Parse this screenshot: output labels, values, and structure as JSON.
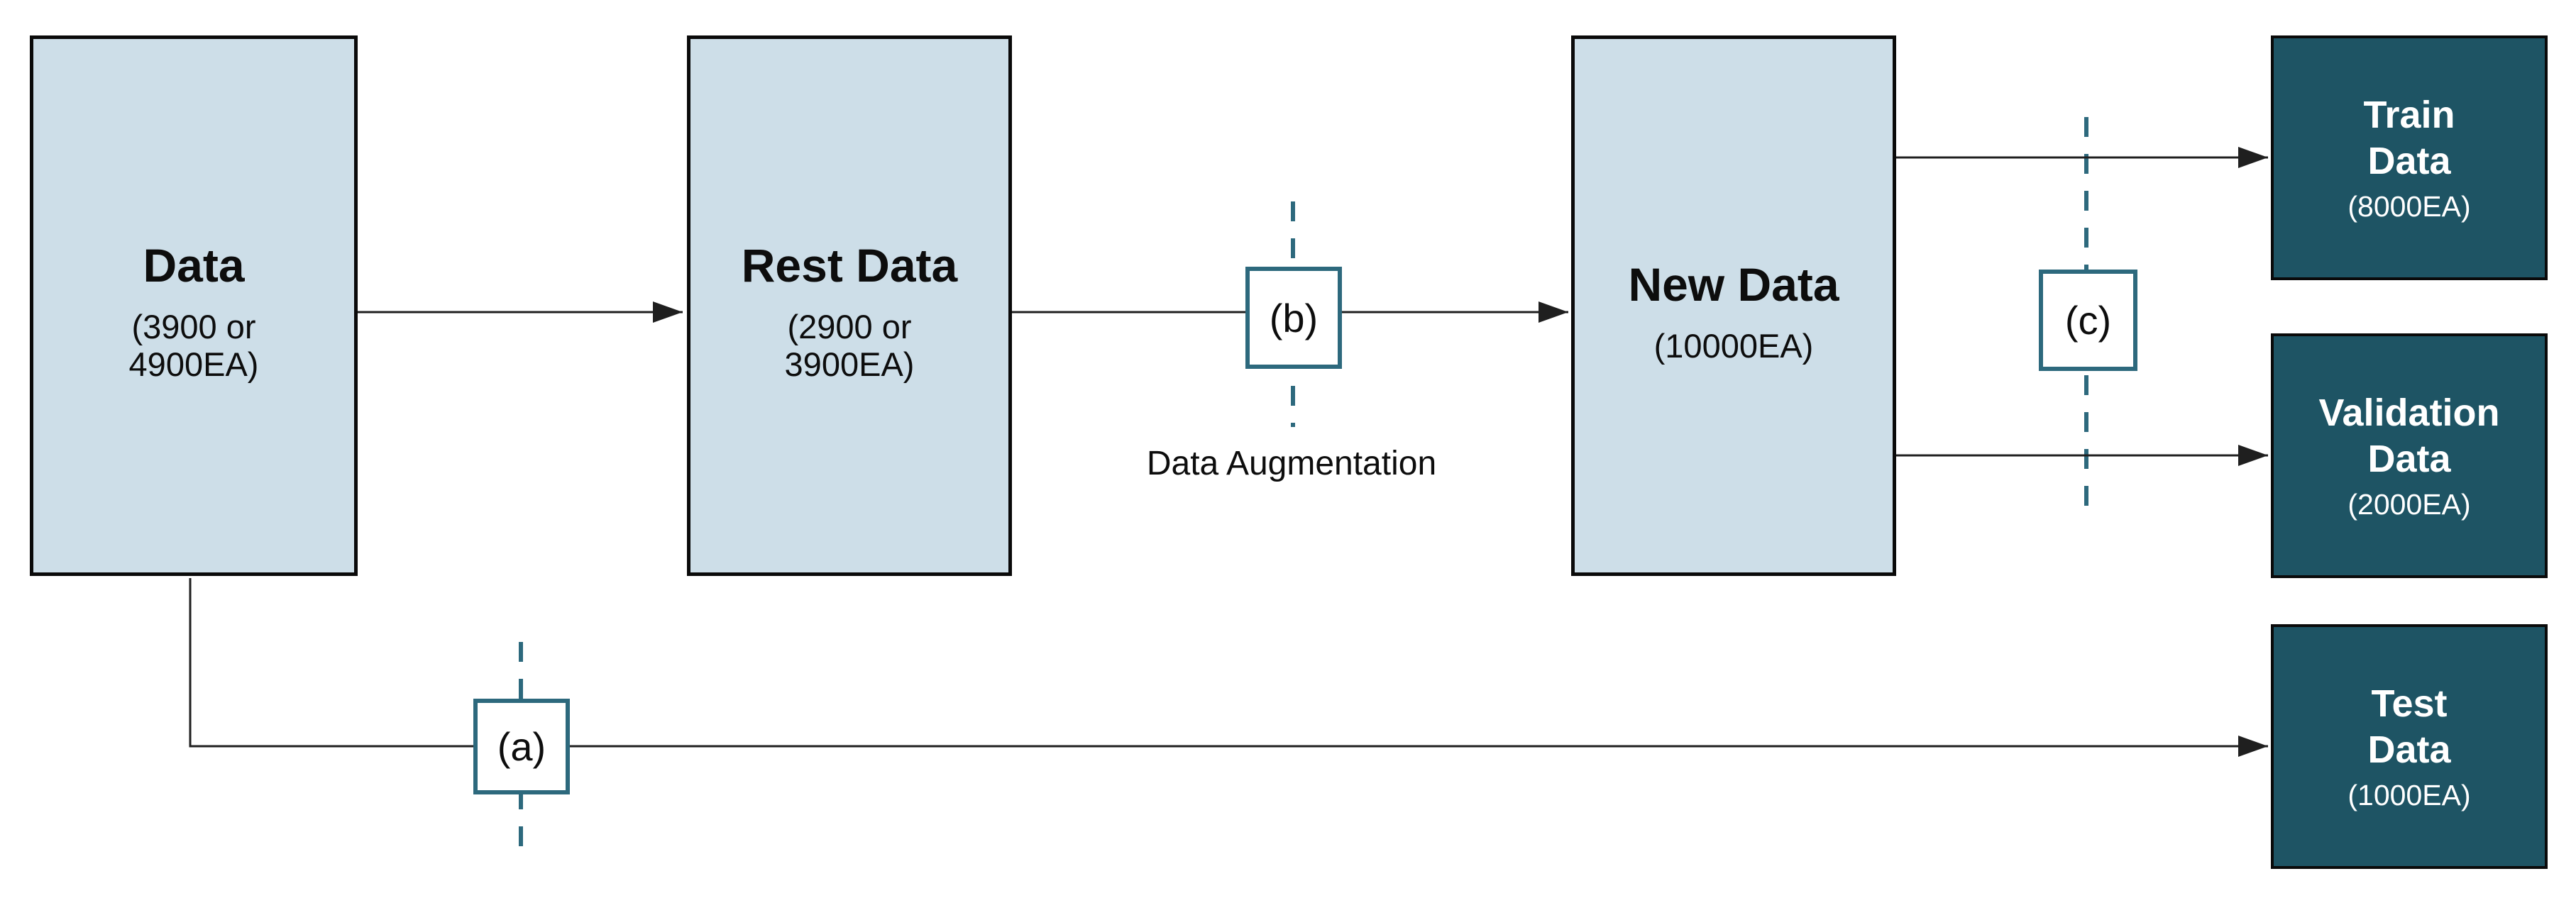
{
  "colors": {
    "light_box_fill": "#cddee8",
    "light_box_border": "#0a0a0a",
    "dark_box_fill": "#1e5464",
    "dark_box_text": "#ffffff",
    "accent_teal": "#2d697d",
    "line_color": "#1f1f1f",
    "text_color": "#0d0d0d",
    "page_bg": "#ffffff"
  },
  "nodes": {
    "data": {
      "title": "Data",
      "subtitle": [
        "(3900 or",
        "4900EA)"
      ]
    },
    "rest": {
      "title": "Rest Data",
      "subtitle": [
        "(2900 or",
        "3900EA)"
      ]
    },
    "new": {
      "title": "New Data",
      "subtitle": "(10000EA)"
    },
    "train": {
      "title": [
        "Train",
        "Data"
      ],
      "subtitle": "(8000EA)"
    },
    "validation": {
      "title": [
        "Validation",
        "Data"
      ],
      "subtitle": "(2000EA)"
    },
    "test": {
      "title": [
        "Test",
        "Data"
      ],
      "subtitle": "(1000EA)"
    }
  },
  "markers": {
    "a": {
      "label": "(a)"
    },
    "b": {
      "label": "(b)"
    },
    "c": {
      "label": "(c)"
    }
  },
  "annotations": {
    "data_augmentation": "Data Augmentation"
  }
}
